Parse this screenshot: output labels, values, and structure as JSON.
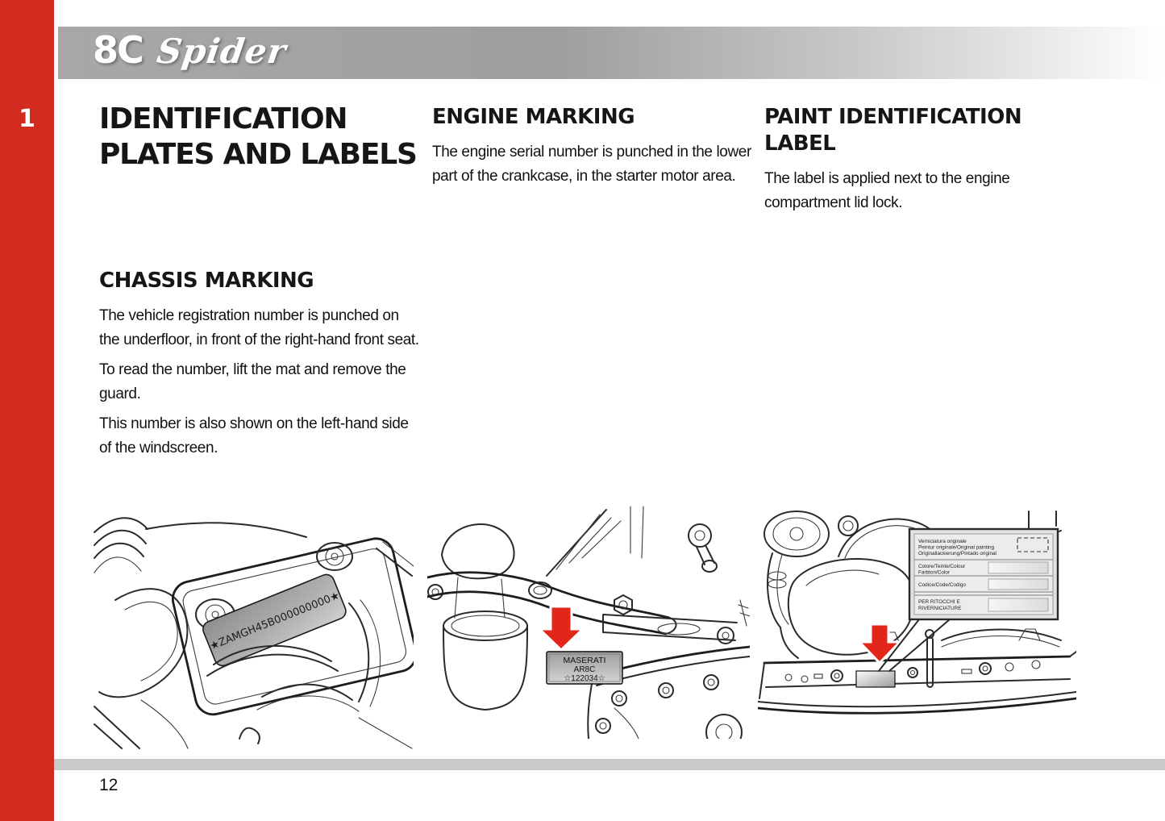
{
  "page": {
    "chapter_number": "1",
    "page_number": "12",
    "logo": {
      "model": "8C",
      "variant": "Spider"
    }
  },
  "colors": {
    "accent_red": "#d22b20",
    "arrow_red": "#e2261a",
    "footer_gray": "#c9c9c9",
    "header_gray": "#a5a3a4"
  },
  "sections": {
    "main_title": "IDENTIFICATION PLATES AND LABELS",
    "chassis": {
      "heading": "CHASSIS MARKING",
      "paragraphs": [
        "The vehicle registration number is punched on the underfloor, in front of the right-hand front seat.",
        "To read the number, lift the mat and remove the guard.",
        "This number is also shown on the left-hand side of the windscreen."
      ]
    },
    "engine": {
      "heading": "ENGINE MARKING",
      "paragraphs": [
        "The engine serial number is punched in the lower part of the crankcase, in the starter motor area."
      ]
    },
    "paint": {
      "heading": "PAINT IDENTIFICATION LABEL",
      "paragraphs": [
        "The label is applied next to the engine compartment lid lock."
      ]
    }
  },
  "figures": {
    "chassis_plate_text": "★ZAMGH45B000000000★",
    "engine_plate": {
      "line1": "MASERATI",
      "line2": "AR8C",
      "line3": "☆122034☆"
    },
    "paint_label": {
      "row1": [
        "Verniciatura originale",
        "Peintur originale/Original painting",
        "Originallackierung/Pintado original"
      ],
      "row2": [
        "Colore/Teinte/Colour",
        "Farbton/Color"
      ],
      "row3": "Codice/Code/Codigo",
      "row4": [
        "PER RITOCCHI E",
        "RIVERNICIATURE"
      ]
    }
  }
}
